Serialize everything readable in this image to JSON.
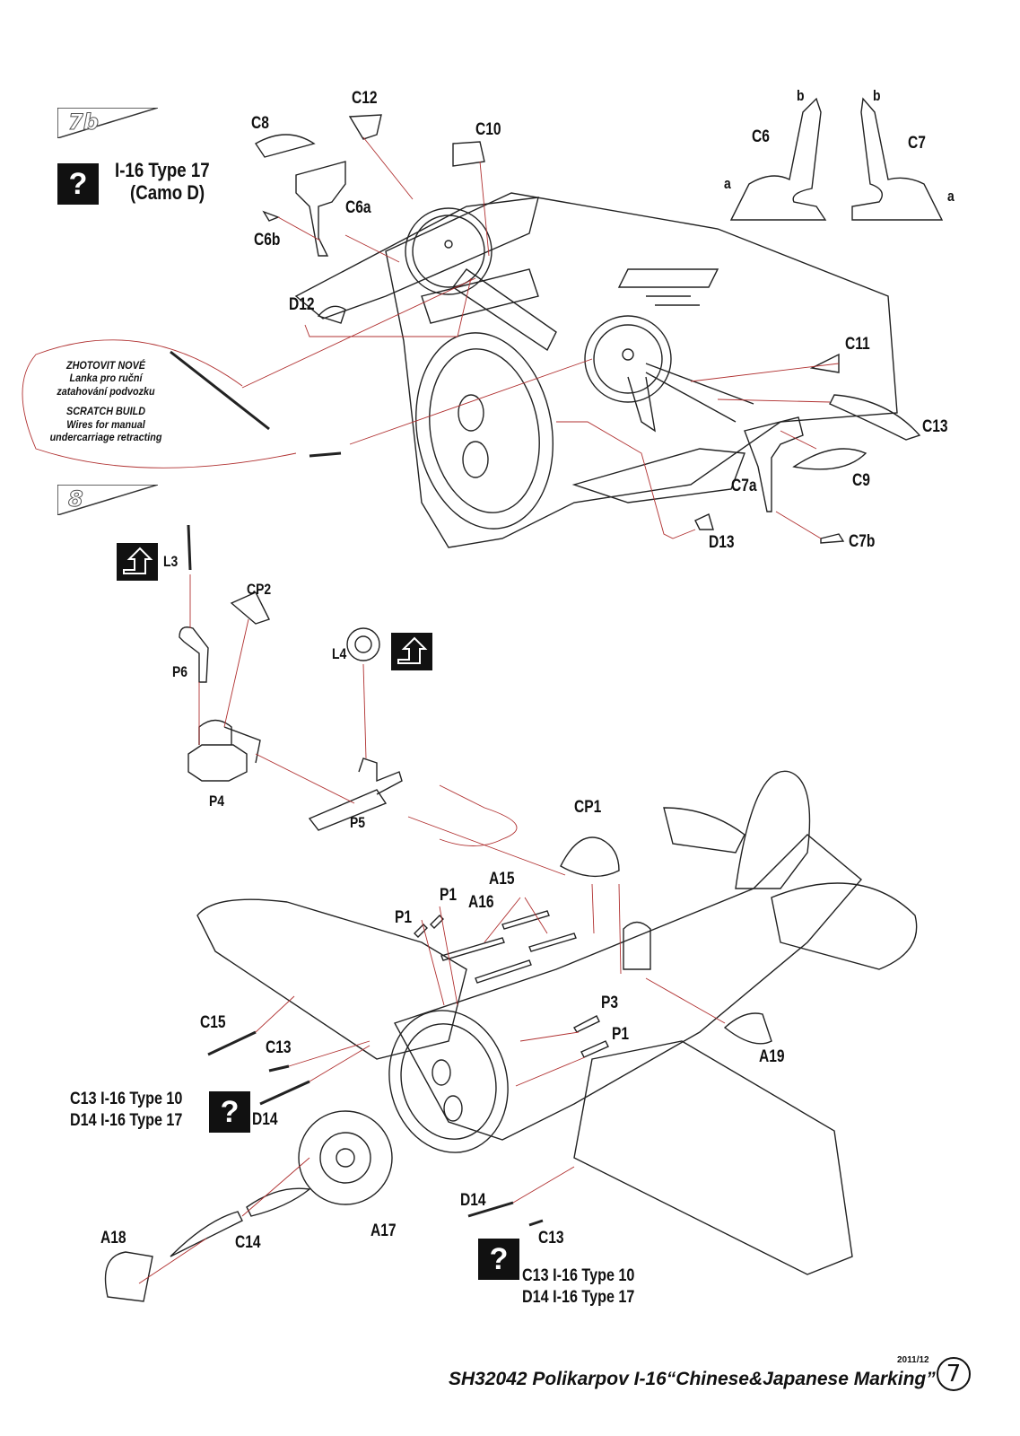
{
  "steps": {
    "s1": "7b",
    "s2": "8"
  },
  "variant": {
    "line1": "I-16 Type 17",
    "line2": "(Camo D)",
    "icon": "question-icon",
    "mark": "?"
  },
  "labels": {
    "c12": "C12",
    "c8": "C8",
    "c10": "C10",
    "c6a": "C6a",
    "c6b": "C6b",
    "c6": "C6",
    "c7": "C7",
    "a_left": "a",
    "a_right": "a",
    "b_left": "b",
    "b_right": "b",
    "d12": "D12",
    "c11": "C11",
    "c13": "C13",
    "c9": "C9",
    "c7a": "C7a",
    "d13": "D13",
    "c7b": "C7b",
    "l3": "L3",
    "cp2": "CP2",
    "p6": "P6",
    "l4": "L4",
    "p4": "P4",
    "p5": "P5",
    "cp1": "CP1",
    "a15": "A15",
    "p1_a": "P1",
    "p1_b": "P1",
    "a16": "A16",
    "p3": "P3",
    "p1_c": "P1",
    "c15": "C15",
    "c13_b": "C13",
    "a19": "A19",
    "d14_a": "D14",
    "a17": "A17",
    "d14_b": "D14",
    "a18": "A18",
    "c14": "C14",
    "c13_c": "C13"
  },
  "note": {
    "cz_title": "ZHOTOVIT NOVÉ",
    "cz_line1": "Lanka pro ruční",
    "cz_line2": "zatahování podvozku",
    "en_title": "SCRATCH BUILD",
    "en_line1": "Wires for manual",
    "en_line2": "undercarriage retracting"
  },
  "options_left": {
    "line1": "C13  I-16 Type 10",
    "line2": "D14  I-16 Type 17",
    "mark": "?"
  },
  "options_bottom": {
    "line1": "C13  I-16 Type 10",
    "line2": "D14  I-16 Type 17",
    "mark": "?"
  },
  "footer": {
    "date": "2011/12",
    "title": "SH32042 Polikarpov I-16“Chinese&Japanese Marking”",
    "page": "7"
  },
  "colors": {
    "leader": "#b03030",
    "ink": "#111111"
  }
}
